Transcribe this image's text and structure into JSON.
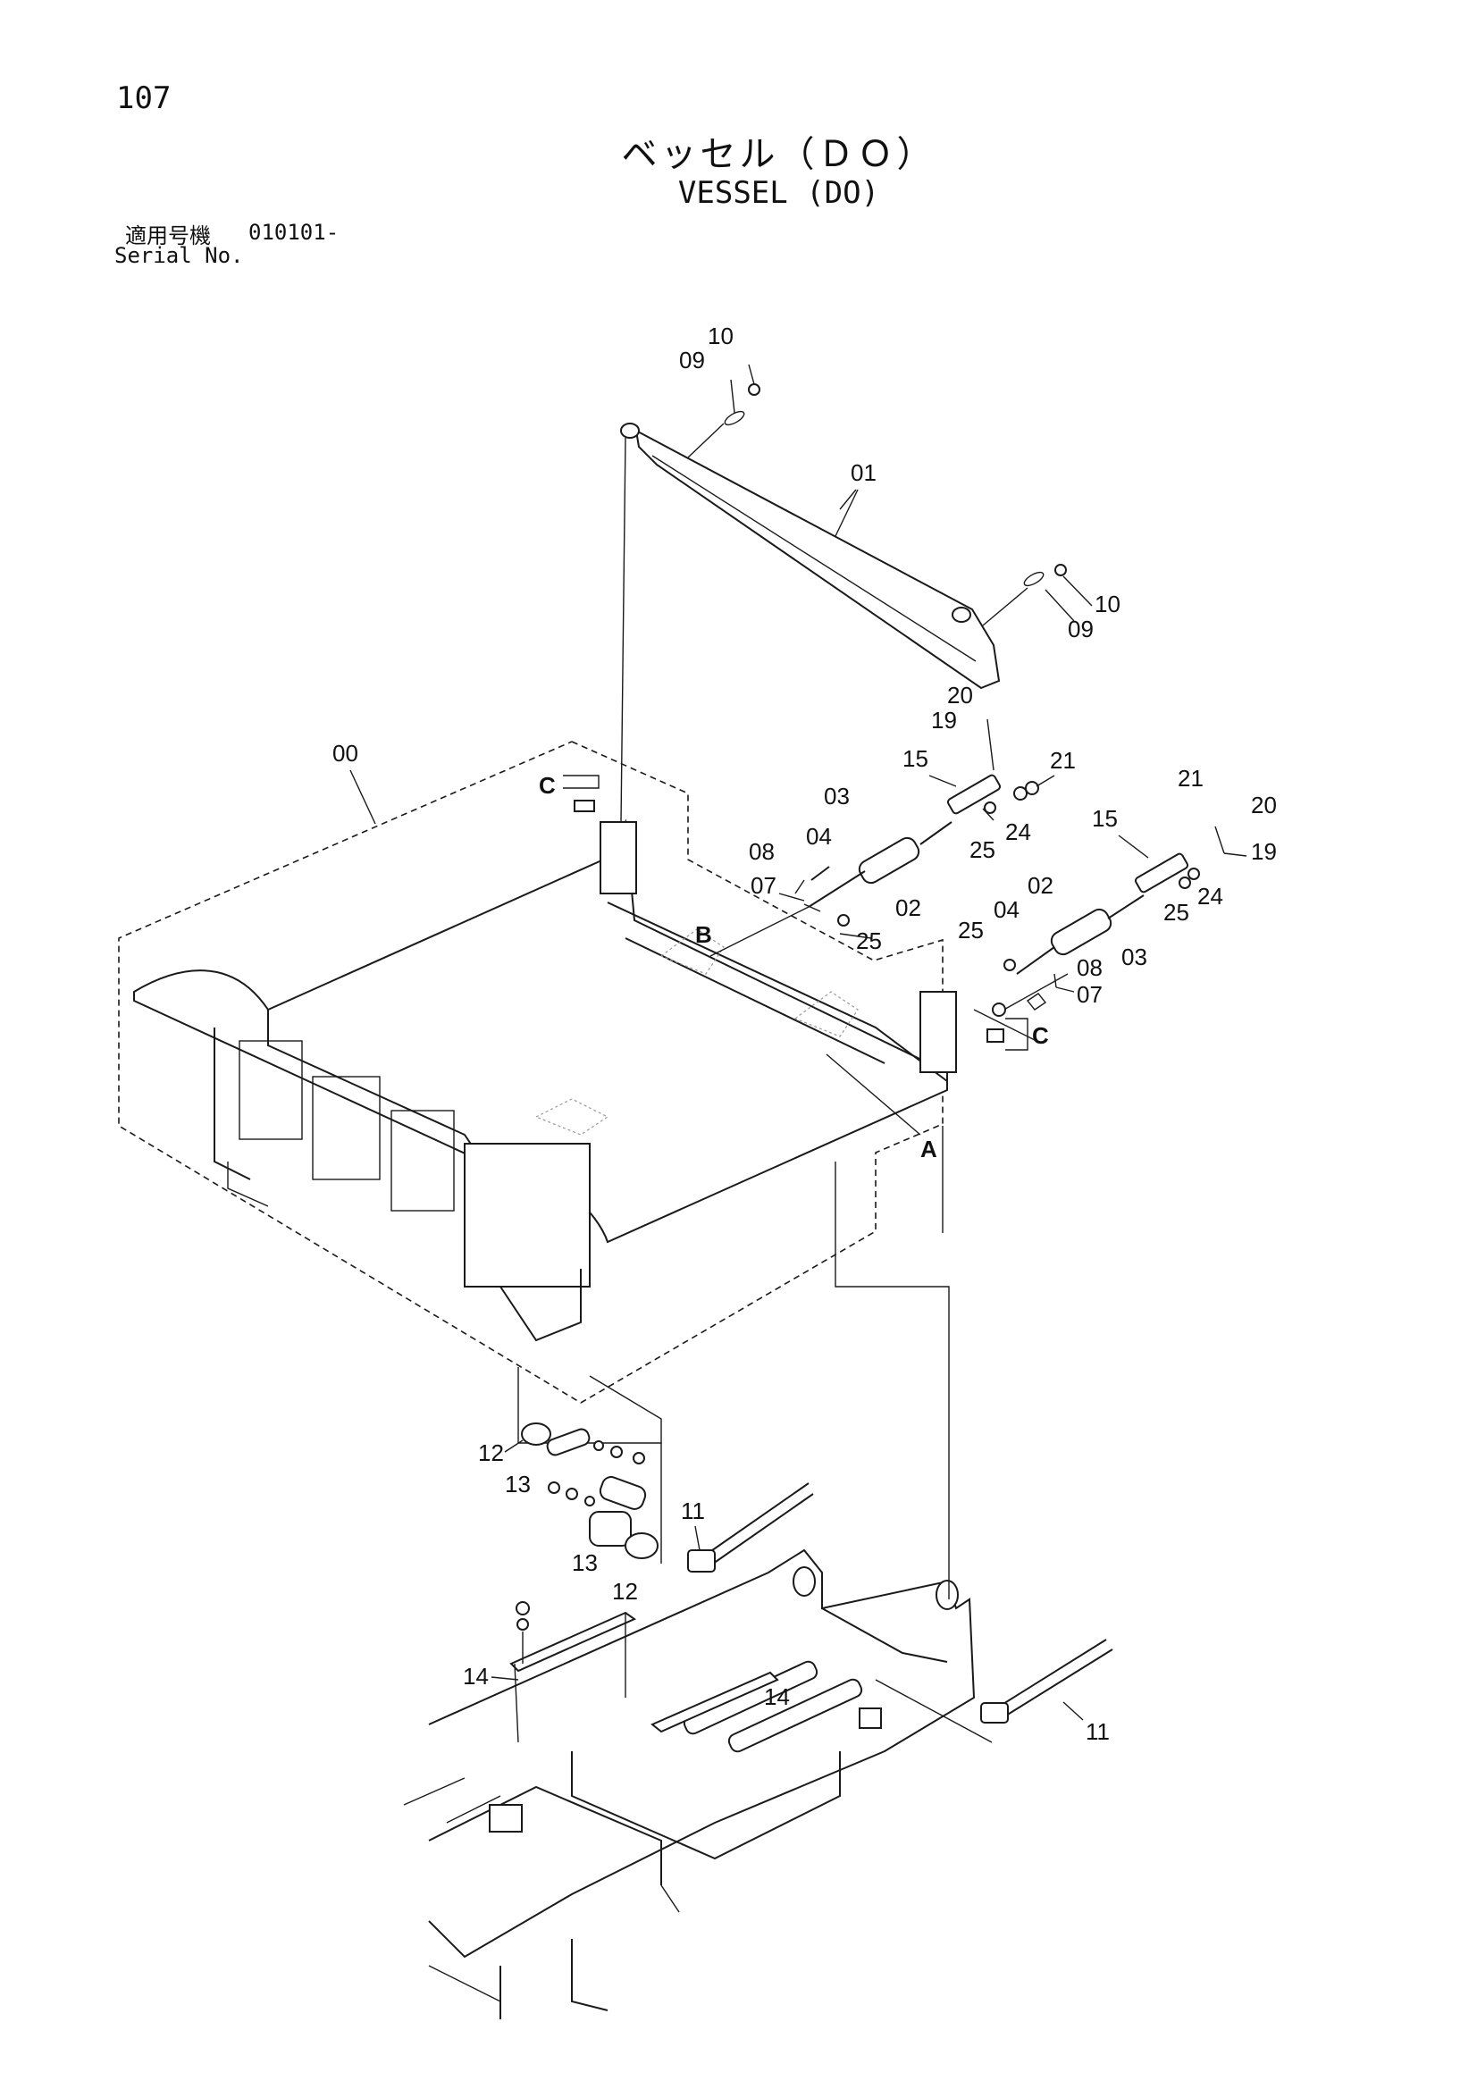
{
  "page": {
    "number": "107"
  },
  "title": {
    "japanese": "ベッセル（ＤＯ）",
    "english": "VESSEL (DO)"
  },
  "serial": {
    "label_jp": "適用号機",
    "value": "010101-",
    "label_en": "Serial No."
  },
  "callouts": {
    "c00": "00",
    "c01": "01",
    "c02a": "02",
    "c02b": "02",
    "c03a": "03",
    "c03b": "03",
    "c04a": "04",
    "c04b": "04",
    "c07a": "07",
    "c07b": "07",
    "c08a": "08",
    "c08b": "08",
    "c09a": "09",
    "c09b": "09",
    "c10a": "10",
    "c10b": "10",
    "c11a": "11",
    "c11b": "11",
    "c12a": "12",
    "c12b": "12",
    "c13a": "13",
    "c13b": "13",
    "c14a": "14",
    "c14b": "14",
    "c15a": "15",
    "c15b": "15",
    "c19a": "19",
    "c19b": "19",
    "c20a": "20",
    "c20b": "20",
    "c21a": "21",
    "c21b": "21",
    "c24a": "24",
    "c24b": "24",
    "c25a": "25",
    "c25b": "25",
    "c25c": "25",
    "c25d": "25"
  },
  "references": {
    "A": "A",
    "B": "B",
    "C1": "C",
    "C2": "C"
  }
}
